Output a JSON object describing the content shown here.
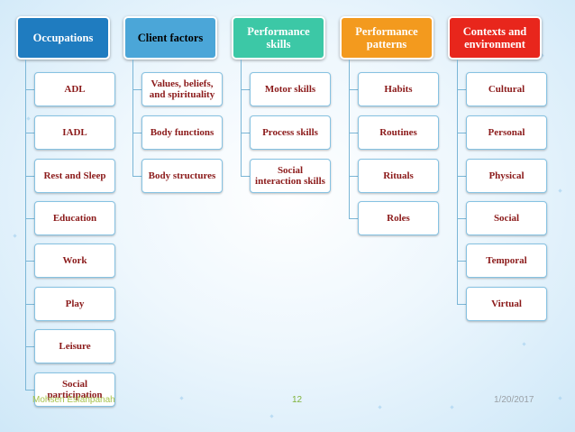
{
  "columns": [
    {
      "title": "Occupations",
      "color": "#1f7cc0",
      "text_color": "#ffffff",
      "items": [
        "ADL",
        "IADL",
        "Rest and Sleep",
        "Education",
        "Work",
        "Play",
        "Leisure",
        "Social participation"
      ]
    },
    {
      "title": "Client factors",
      "color": "#4ba6d8",
      "text_color": "#000000",
      "items": [
        "Values, beliefs, and spirituality",
        "Body functions",
        "Body structures"
      ]
    },
    {
      "title": "Performance skills",
      "color": "#3cc8a6",
      "text_color": "#ffffff",
      "items": [
        "Motor skills",
        "Process skills",
        "Social interaction skills"
      ]
    },
    {
      "title": "Performance patterns",
      "color": "#f39a1e",
      "text_color": "#ffffff",
      "items": [
        "Habits",
        "Routines",
        "Rituals",
        "Roles"
      ]
    },
    {
      "title": "Contexts and environment",
      "color": "#e8261c",
      "text_color": "#ffffff",
      "items": [
        "Cultural",
        "Personal",
        "Physical",
        "Social",
        "Temporal",
        "Virtual"
      ]
    }
  ],
  "footer": {
    "author": "Mohsen Esfahpanah",
    "page_number": "12",
    "date": "1/20/2017"
  }
}
